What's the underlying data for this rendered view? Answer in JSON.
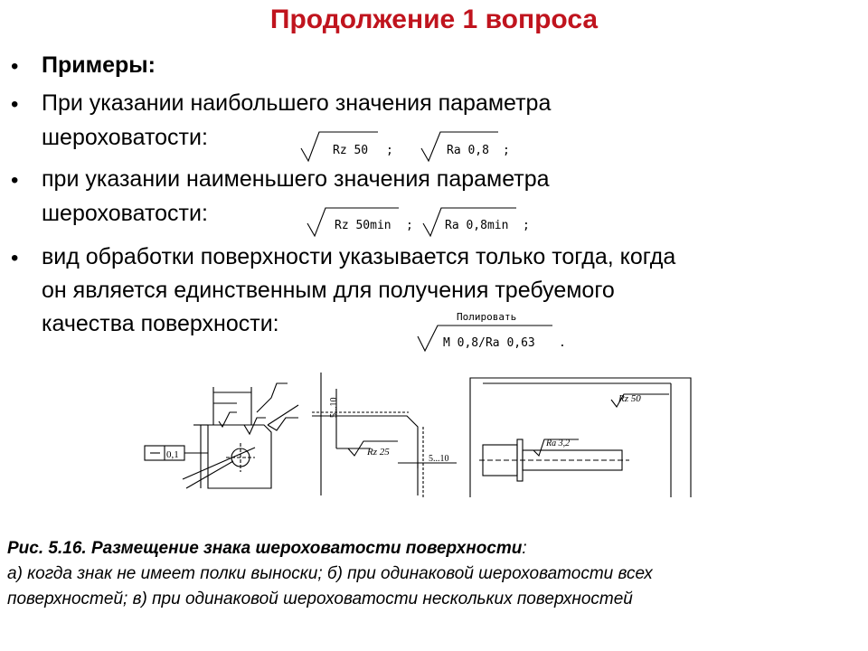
{
  "slide": {
    "title": "Продолжение 1 вопроса"
  },
  "bullets": [
    {
      "text": "Примеры:"
    },
    {
      "line1": "При указании наибольшего значения параметра",
      "line2": "шероховатости:"
    },
    {
      "line1": "при указании наименьшего значения параметра",
      "line2": "шероховатости:"
    },
    {
      "line1": "вид обработки поверхности указывается только тогда, когда",
      "line2": "он является единственным для получения требуемого",
      "line3": "качества поверхности:"
    }
  ],
  "symbols": {
    "max_rz": "Rz 50",
    "max_ra": "Ra 0,8",
    "min_rz": "Rz 50min",
    "min_ra": "Ra 0,8min",
    "semicolon": ";",
    "process_label": "Полировать",
    "process_value": "М 0,8/Ra 0,63",
    "period": "."
  },
  "figures": {
    "a_tolerance": "0,1",
    "b_dim_vertical": "5...10",
    "b_roughness": "Rz 25",
    "b_dim_horizontal": "5...10",
    "c_roughness_all": "Rz 50",
    "c_roughness_shaft": "Ra 3,2"
  },
  "caption": {
    "bold_part": "Рис. 5.16. Размещение знака шероховатости поверхности",
    "colon": ":",
    "line2": "а) когда знак не имеет полки выноски; б) при одинаковой шероховатости всех",
    "line3": "поверхностей; в) при одинаковой шероховатости нескольких поверхностей"
  }
}
